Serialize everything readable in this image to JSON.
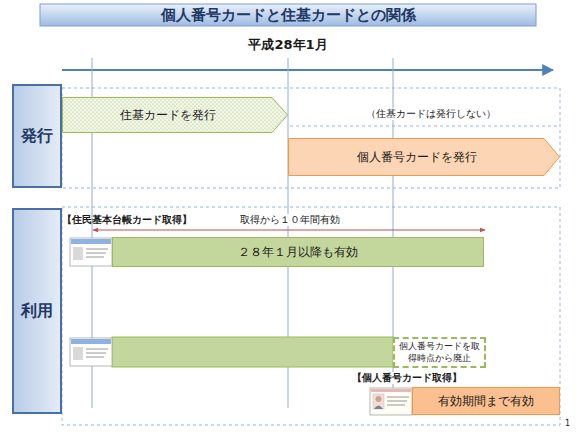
{
  "diagram": {
    "title": "個人番号カードと住基カードとの関係",
    "nodes": [
      {
        "text": [
          "発行"
        ]
      },
      {
        "text": [
          "利用"
        ]
      },
      {
        "text": [
          "住基カードを発行"
        ]
      },
      {
        "text": [
          "個人番号カードを発行"
        ]
      },
      {
        "text": [
          "２８年１月以降も有効"
        ]
      },
      {
        "text": [
          "個人番号カードを取得時点から廃止"
        ]
      },
      {
        "text": [
          "有効期間まで有効"
        ]
      }
    ],
    "labels": [
      "平成28年1月",
      "（住基カードは発行しない）",
      "【住民基本台帳カード取得】",
      "取得から１０年間有効",
      "【個人番号カード取得】",
      "1"
    ]
  }
}
